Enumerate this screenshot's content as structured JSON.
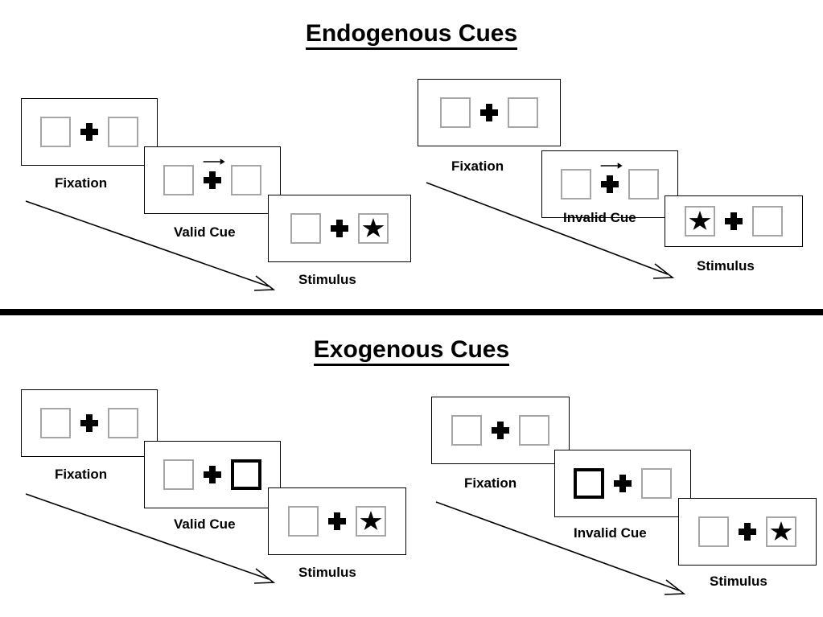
{
  "figure": {
    "type": "experimental-paradigm-diagram",
    "sections": [
      {
        "id": "endogenous",
        "title": "Endogenous Cues",
        "cue_type": "central arrow cue",
        "sequences": [
          {
            "id": "endogenous-valid",
            "validity": "valid",
            "frames": [
              {
                "label": "Fixation",
                "cue": "none",
                "left_box": "empty",
                "right_box": "empty",
                "fixation": "plus"
              },
              {
                "label": "Valid Cue",
                "cue": "arrow-right",
                "left_box": "empty",
                "right_box": "empty",
                "fixation": "plus"
              },
              {
                "label": "Stimulus",
                "cue": "none",
                "left_box": "empty",
                "right_box": "star",
                "fixation": "plus"
              }
            ]
          },
          {
            "id": "endogenous-invalid",
            "validity": "invalid",
            "frames": [
              {
                "label": "Fixation",
                "cue": "none",
                "left_box": "empty",
                "right_box": "empty",
                "fixation": "plus"
              },
              {
                "label": "Invalid Cue",
                "cue": "arrow-right",
                "left_box": "empty",
                "right_box": "empty",
                "fixation": "plus"
              },
              {
                "label": "Stimulus",
                "cue": "none",
                "left_box": "star",
                "right_box": "empty",
                "fixation": "plus"
              }
            ]
          }
        ]
      },
      {
        "id": "exogenous",
        "title": "Exogenous Cues",
        "cue_type": "peripheral box brightening",
        "sequences": [
          {
            "id": "exogenous-valid",
            "validity": "valid",
            "frames": [
              {
                "label": "Fixation",
                "cue": "none",
                "left_box": "empty",
                "right_box": "empty",
                "fixation": "plus"
              },
              {
                "label": "Valid Cue",
                "cue": "box-right",
                "left_box": "empty",
                "right_box": "cued",
                "fixation": "plus"
              },
              {
                "label": "Stimulus",
                "cue": "none",
                "left_box": "empty",
                "right_box": "star",
                "fixation": "plus"
              }
            ]
          },
          {
            "id": "exogenous-invalid",
            "validity": "invalid",
            "frames": [
              {
                "label": "Fixation",
                "cue": "none",
                "left_box": "empty",
                "right_box": "empty",
                "fixation": "plus"
              },
              {
                "label": "Invalid Cue",
                "cue": "box-left",
                "left_box": "cued",
                "right_box": "empty",
                "fixation": "plus"
              },
              {
                "label": "Stimulus",
                "cue": "none",
                "left_box": "empty",
                "right_box": "star",
                "fixation": "plus"
              }
            ]
          }
        ]
      }
    ],
    "colors": {
      "background": "#ffffff",
      "panel_border": "#000000",
      "box_border": "#a6a6a6",
      "cued_box_border": "#000000",
      "ink": "#000000"
    }
  }
}
